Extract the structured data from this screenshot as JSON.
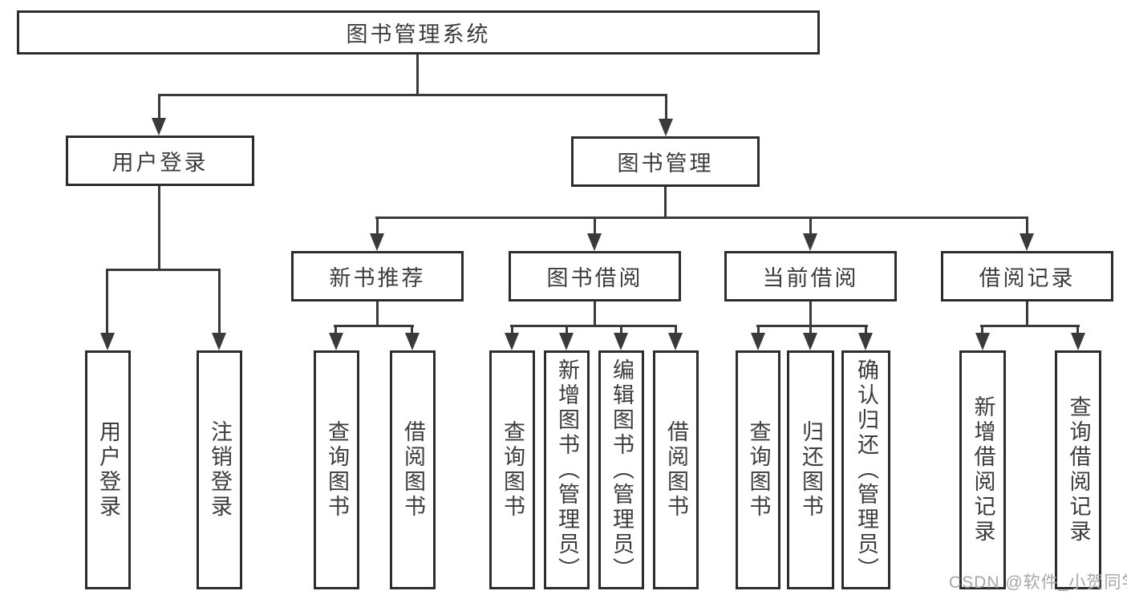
{
  "tree": {
    "root": {
      "label": "图书管理系统"
    },
    "children": [
      {
        "label": "用户登录",
        "children": [
          {
            "label": "用户登录"
          },
          {
            "label": "注销登录"
          }
        ]
      },
      {
        "label": "图书管理",
        "children": [
          {
            "label": "新书推荐",
            "children": [
              {
                "label": "查询图书"
              },
              {
                "label": "借阅图书"
              }
            ]
          },
          {
            "label": "图书借阅",
            "children": [
              {
                "label": "查询图书"
              },
              {
                "label": "新增图书（管理员）"
              },
              {
                "label": "编辑图书（管理员）"
              },
              {
                "label": "借阅图书"
              }
            ]
          },
          {
            "label": "当前借阅",
            "children": [
              {
                "label": "查询图书"
              },
              {
                "label": "归还图书"
              },
              {
                "label": "确认归还（管理员）"
              }
            ]
          },
          {
            "label": "借阅记录",
            "children": [
              {
                "label": "新增借阅记录"
              },
              {
                "label": "查询借阅记录"
              }
            ]
          }
        ]
      }
    ]
  },
  "watermark": {
    "text": "CSDN @软件_小贺同学"
  },
  "colors": {
    "line": "#3a3a3a",
    "box_border": "#2d2d2d",
    "text": "#3c3c3c",
    "watermark": "#a6a6ac",
    "background": "#ffffff"
  }
}
